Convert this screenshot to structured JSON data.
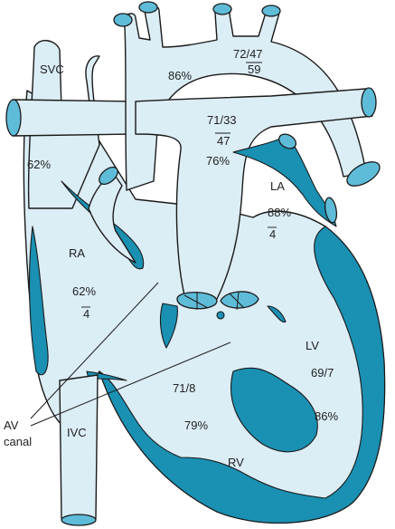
{
  "colors": {
    "chamber_fill": "#dbedf5",
    "muscle_wall": "#1a90b2",
    "vessel_cap": "#5fbcd9",
    "outline": "#1a1a1a"
  },
  "labels": {
    "svc": "SVC",
    "svc_sat": "62%",
    "aorta_sat": "86%",
    "aorta_pressure": "72/47",
    "aorta_mean": "59",
    "pa_pressure": "71/33",
    "pa_mean": "47",
    "pa_sat": "76%",
    "la": "LA",
    "la_sat": "88%",
    "la_mean": "4",
    "ra": "RA",
    "ra_sat": "62%",
    "ra_mean": "4",
    "lv": "LV",
    "lv_pressure": "69/7",
    "lv_sat": "86%",
    "rv_pressure": "71/8",
    "rv_sat": "79%",
    "rv": "RV",
    "ivc": "IVC",
    "av_line1": "AV",
    "av_line2": "canal"
  }
}
